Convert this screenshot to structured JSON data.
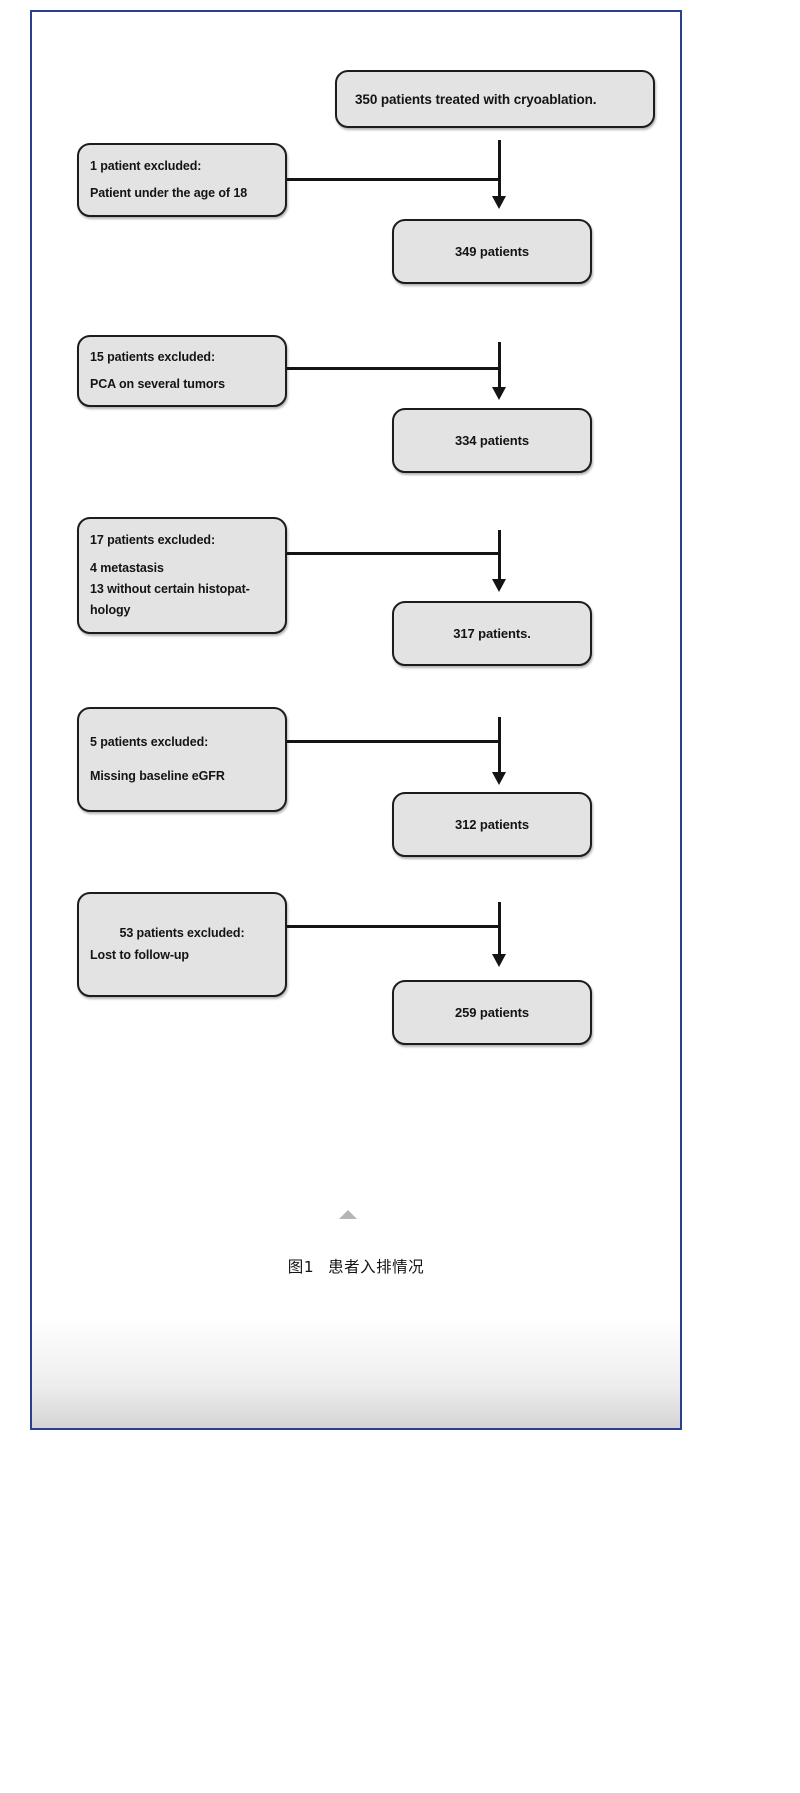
{
  "figure": {
    "type": "flowchart",
    "orientation": "vertical",
    "caption_number": "图1",
    "caption_text": "患者入排情况",
    "frame_border_color": "#2b3f8c",
    "node_fill_color": "#e3e3e3",
    "node_border_color": "#1c1c1c",
    "connector_color": "#141414",
    "marker_color": "#b5b5b5"
  },
  "source_node": {
    "label": "350 patients treated with cryoablation.",
    "count": 350
  },
  "steps": [
    {
      "exclusion": {
        "count": 1,
        "lines": [
          "1 patient excluded:",
          "Patient under the age of 18"
        ]
      },
      "result": {
        "label": "349 patients",
        "count": 349
      }
    },
    {
      "exclusion": {
        "count": 15,
        "lines": [
          "15 patients excluded:",
          "PCA on several tumors"
        ]
      },
      "result": {
        "label": "334 patients",
        "count": 334
      }
    },
    {
      "exclusion": {
        "count": 17,
        "lines": [
          "17 patients excluded:",
          "4 metastasis",
          "13 without certain histopat-",
          "hology"
        ]
      },
      "result": {
        "label": "317 patients.",
        "count": 317
      }
    },
    {
      "exclusion": {
        "count": 5,
        "lines": [
          "5 patients excluded:",
          "Missing baseline eGFR"
        ]
      },
      "result": {
        "label": "312 patients",
        "count": 312
      }
    },
    {
      "exclusion": {
        "count": 53,
        "lines": [
          "53 patients excluded:",
          "Lost to follow-up"
        ]
      },
      "result": {
        "label": "259 patients",
        "count": 259
      }
    }
  ]
}
